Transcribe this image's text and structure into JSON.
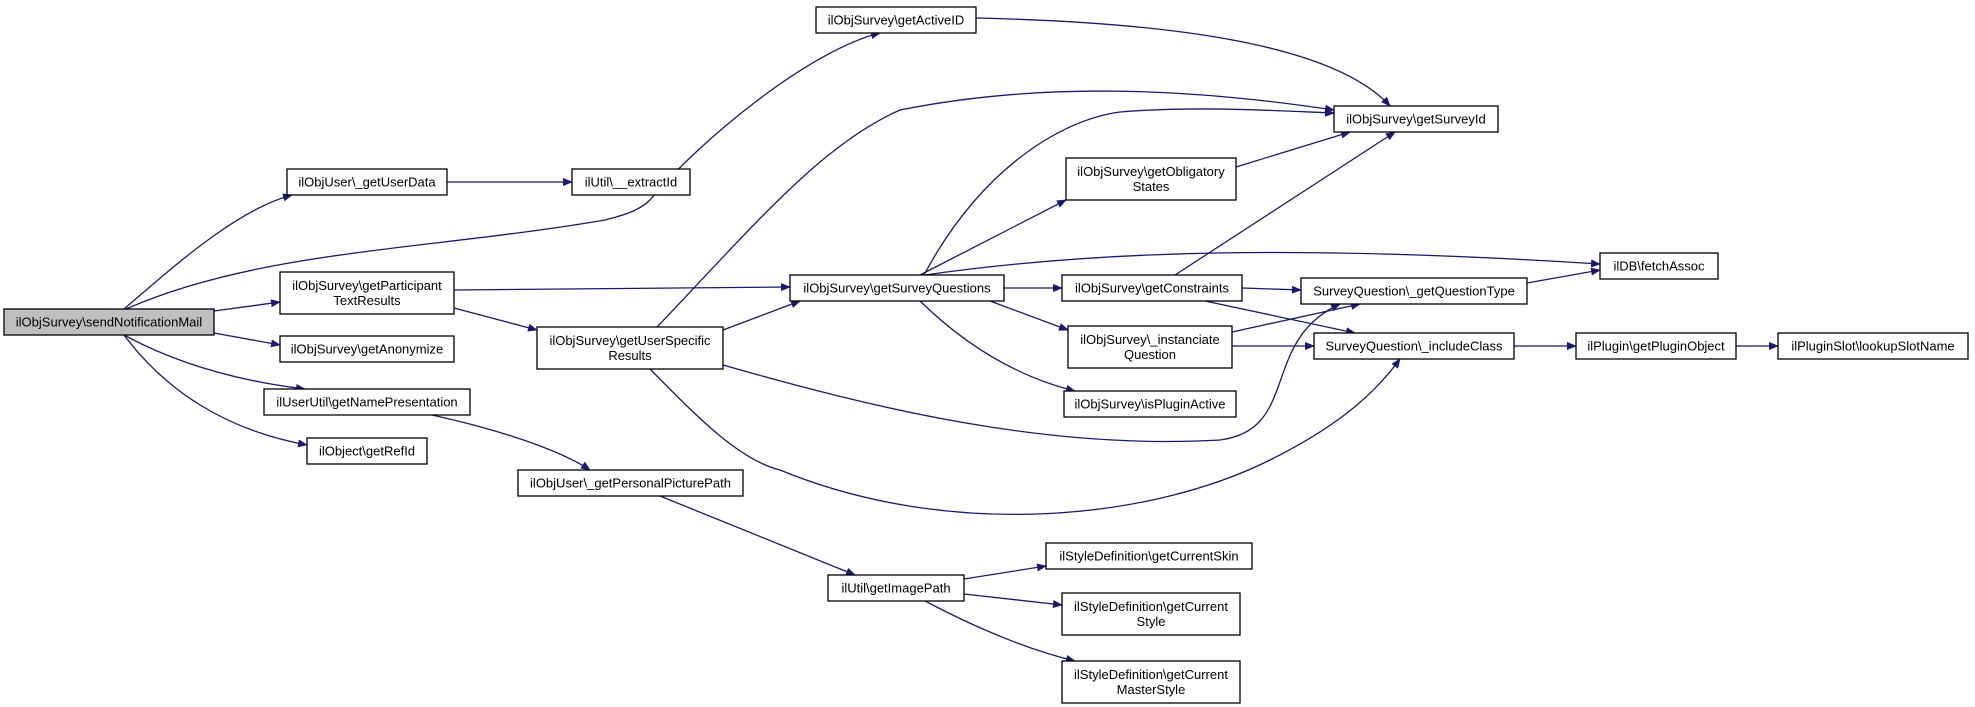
{
  "graph": {
    "edge_color": "#191970",
    "root_fill": "#bfbfbf",
    "nodes": [
      {
        "id": "root",
        "lines": [
          "ilObjSurvey\\sendNotificationMail"
        ]
      },
      {
        "id": "getActiveID",
        "lines": [
          "ilObjSurvey\\getActiveID"
        ]
      },
      {
        "id": "getUserData",
        "lines": [
          "ilObjUser\\_getUserData"
        ]
      },
      {
        "id": "extractId",
        "lines": [
          "ilUtil\\__extractId"
        ]
      },
      {
        "id": "getParticipantTextResults",
        "lines": [
          "ilObjSurvey\\getParticipant",
          "TextResults"
        ]
      },
      {
        "id": "getAnonymize",
        "lines": [
          "ilObjSurvey\\getAnonymize"
        ]
      },
      {
        "id": "getNamePresentation",
        "lines": [
          "ilUserUtil\\getNamePresentation"
        ]
      },
      {
        "id": "getRefId",
        "lines": [
          "ilObject\\getRefId"
        ]
      },
      {
        "id": "getUserSpecificResults",
        "lines": [
          "ilObjSurvey\\getUserSpecific",
          "Results"
        ]
      },
      {
        "id": "getPersonalPicturePath",
        "lines": [
          "ilObjUser\\_getPersonalPicturePath"
        ]
      },
      {
        "id": "getSurveyQuestions",
        "lines": [
          "ilObjSurvey\\getSurveyQuestions"
        ]
      },
      {
        "id": "getImagePath",
        "lines": [
          "ilUtil\\getImagePath"
        ]
      },
      {
        "id": "getSurveyId",
        "lines": [
          "ilObjSurvey\\getSurveyId"
        ]
      },
      {
        "id": "getObligatoryStates",
        "lines": [
          "ilObjSurvey\\getObligatory",
          "States"
        ]
      },
      {
        "id": "getConstraints",
        "lines": [
          "ilObjSurvey\\getConstraints"
        ]
      },
      {
        "id": "instanciateQuestion",
        "lines": [
          "ilObjSurvey\\_instanciate",
          "Question"
        ]
      },
      {
        "id": "isPluginActive",
        "lines": [
          "ilObjSurvey\\isPluginActive"
        ]
      },
      {
        "id": "getCurrentSkin",
        "lines": [
          "ilStyleDefinition\\getCurrentSkin"
        ]
      },
      {
        "id": "getCurrentStyle",
        "lines": [
          "ilStyleDefinition\\getCurrent",
          "Style"
        ]
      },
      {
        "id": "getCurrentMasterStyle",
        "lines": [
          "ilStyleDefinition\\getCurrent",
          "MasterStyle"
        ]
      },
      {
        "id": "getQuestionType",
        "lines": [
          "SurveyQuestion\\_getQuestionType"
        ]
      },
      {
        "id": "includeClass",
        "lines": [
          "SurveyQuestion\\_includeClass"
        ]
      },
      {
        "id": "fetchAssoc",
        "lines": [
          "ilDB\\fetchAssoc"
        ]
      },
      {
        "id": "getPluginObject",
        "lines": [
          "ilPlugin\\getPluginObject"
        ]
      },
      {
        "id": "lookupSlotName",
        "lines": [
          "ilPluginSlot\\lookupSlotName"
        ]
      }
    ],
    "edges": [
      [
        "root",
        "getUserData"
      ],
      [
        "root",
        "getActiveID"
      ],
      [
        "root",
        "getParticipantTextResults"
      ],
      [
        "root",
        "getAnonymize"
      ],
      [
        "root",
        "getNamePresentation"
      ],
      [
        "root",
        "getRefId"
      ],
      [
        "getUserData",
        "extractId"
      ],
      [
        "getActiveID",
        "getSurveyId"
      ],
      [
        "getParticipantTextResults",
        "getSurveyQuestions"
      ],
      [
        "getParticipantTextResults",
        "getUserSpecificResults"
      ],
      [
        "getNamePresentation",
        "getPersonalPicturePath"
      ],
      [
        "getPersonalPicturePath",
        "getImagePath"
      ],
      [
        "getUserSpecificResults",
        "getSurveyId"
      ],
      [
        "getUserSpecificResults",
        "getSurveyQuestions"
      ],
      [
        "getUserSpecificResults",
        "getQuestionType"
      ],
      [
        "getUserSpecificResults",
        "includeClass"
      ],
      [
        "getSurveyQuestions",
        "getSurveyId"
      ],
      [
        "getSurveyQuestions",
        "getObligatoryStates"
      ],
      [
        "getSurveyQuestions",
        "fetchAssoc"
      ],
      [
        "getSurveyQuestions",
        "getConstraints"
      ],
      [
        "getSurveyQuestions",
        "instanciateQuestion"
      ],
      [
        "getSurveyQuestions",
        "isPluginActive"
      ],
      [
        "getObligatoryStates",
        "getSurveyId"
      ],
      [
        "getConstraints",
        "getSurveyId"
      ],
      [
        "getConstraints",
        "getQuestionType"
      ],
      [
        "getConstraints",
        "includeClass"
      ],
      [
        "instanciateQuestion",
        "getQuestionType"
      ],
      [
        "instanciateQuestion",
        "includeClass"
      ],
      [
        "getQuestionType",
        "fetchAssoc"
      ],
      [
        "includeClass",
        "getPluginObject"
      ],
      [
        "getPluginObject",
        "lookupSlotName"
      ],
      [
        "getImagePath",
        "getCurrentSkin"
      ],
      [
        "getImagePath",
        "getCurrentStyle"
      ],
      [
        "getImagePath",
        "getCurrentMasterStyle"
      ]
    ]
  }
}
